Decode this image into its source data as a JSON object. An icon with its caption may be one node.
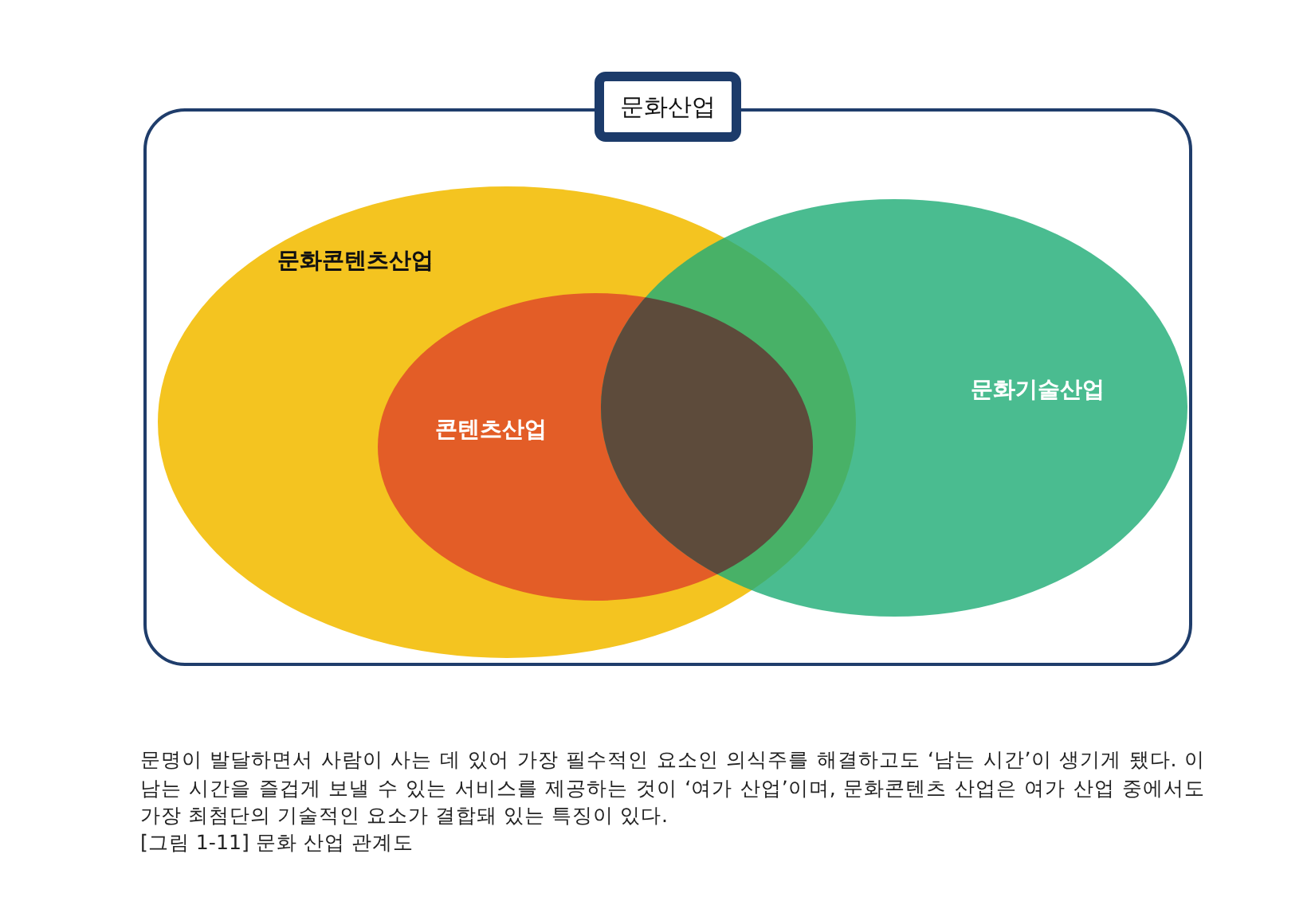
{
  "diagram": {
    "caption": "[그림 1-11] 문화 산업 관계도",
    "nodes": [
      {
        "text": [
          "문화산업"
        ]
      },
      {
        "text": [
          "문화콘텐츠산업"
        ],
        "in": 0
      },
      {
        "text": [
          "콘텐츠산업"
        ],
        "in": 1
      },
      {
        "text": [
          "문화기술산업"
        ],
        "in": 0
      }
    ],
    "edges": [],
    "labels": [
      "문명이 발달하면서 사람이 사는 데 있어 가장 필수적인 요소인 의식주를 해결하고도 ‘남는 시간’이 생기게 됐다. 이 남는 시간을 즐겁게 보낼 수 있는 서비스를 제공하는 것이 ‘여가 산업’이며, 문화콘텐츠 산업은 여가 산업 중에서도 가장 최첨단의 기술적인 요소가 결합돼 있는 특징이 있다."
    ]
  }
}
